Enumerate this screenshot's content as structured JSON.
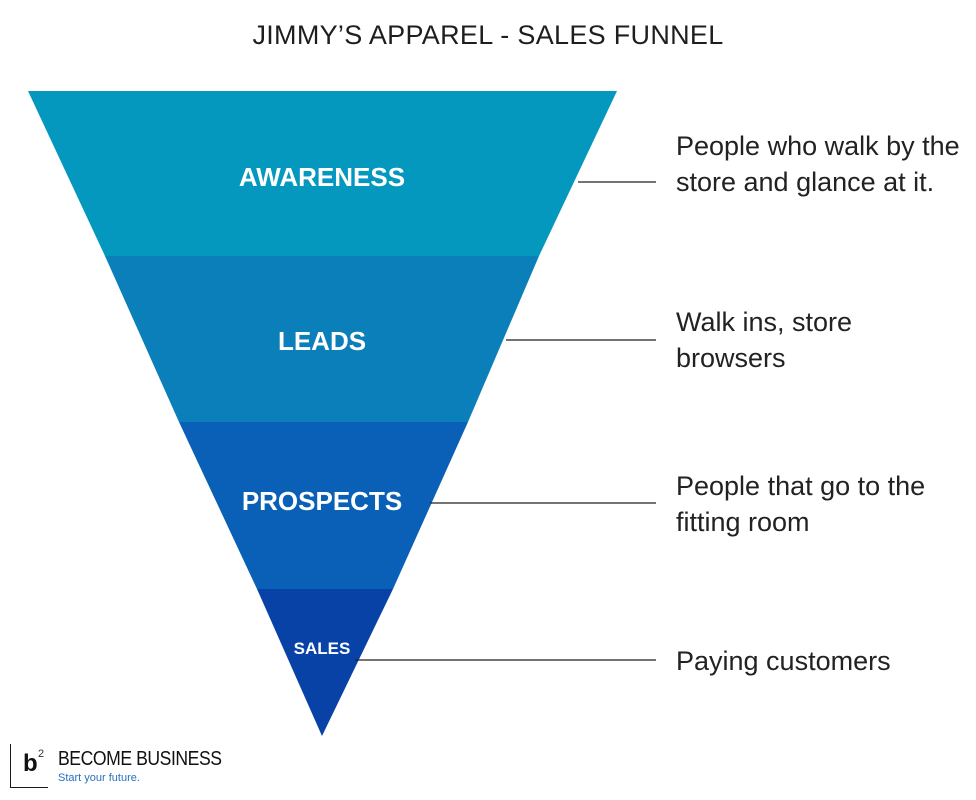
{
  "title": "JIMMY’S APPAREL - SALES FUNNEL",
  "stages": [
    {
      "label": "AWARENESS",
      "description": "People who walk by the store and glance at it.",
      "color": "#0498be"
    },
    {
      "label": "LEADS",
      "description": "Walk ins, store browsers",
      "color": "#0a7fb9"
    },
    {
      "label": "PROSPECTS",
      "description": "People that go to the fitting room",
      "color": "#0a60b6"
    },
    {
      "label": "SALES",
      "description": "Paying customers",
      "color": "#0942a6"
    }
  ],
  "logo": {
    "mark": "b",
    "superscript": "2",
    "name": "BECOME BUSINESS",
    "tagline": "Start your future."
  },
  "colors": {
    "connector": "#222222",
    "label_text": "#ffffff"
  }
}
